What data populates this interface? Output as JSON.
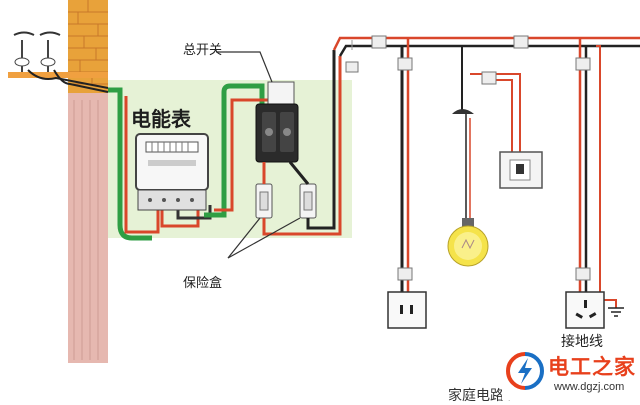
{
  "labels": {
    "meter": "电能表",
    "main_switch": "总开关",
    "fuse_box": "保险盒",
    "ground_wire": "接地线",
    "caption": "家庭电路ト"
  },
  "watermark": {
    "title": "电工之家",
    "url": "www.dgzj.com"
  },
  "colors": {
    "live_wire": "#d9472b",
    "neutral_wire": "#1a1a1a",
    "earth_wire": "#2f9e44",
    "wall_brick": "#e8a23a",
    "wall_pink": "#e6b8b0",
    "panel_bg": "#e6f2d6",
    "watermark_red": "#e8401c"
  }
}
